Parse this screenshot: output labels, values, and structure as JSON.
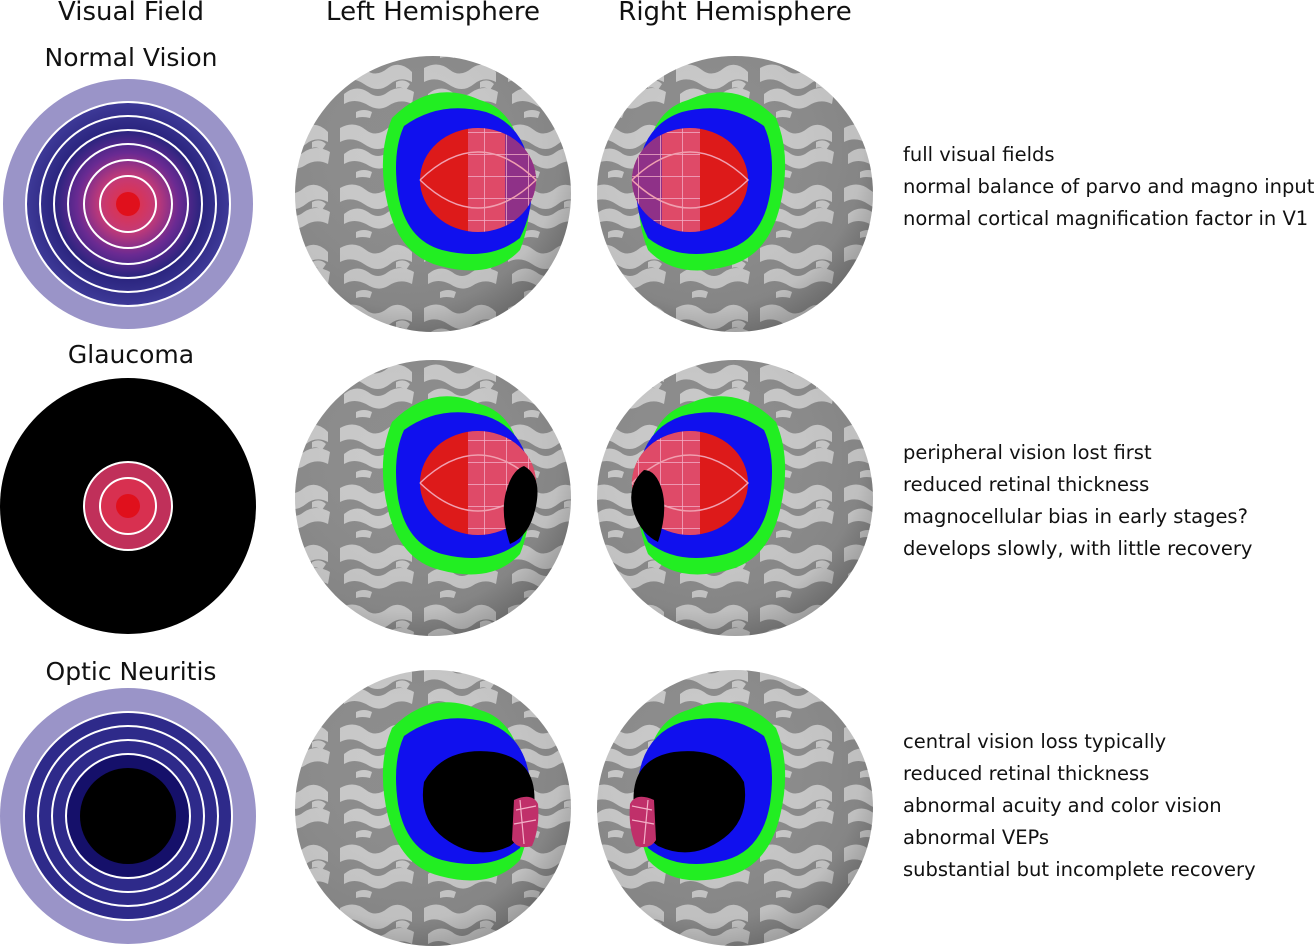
{
  "headers": {
    "visual_field": "Visual Field",
    "left_hemisphere": "Left Hemisphere",
    "right_hemisphere": "Right Hemisphere"
  },
  "rows": [
    {
      "label": "Normal Vision",
      "notes": [
        "full visual fields",
        "normal balance of parvo and magno input",
        "normal cortical magnification factor in V1"
      ]
    },
    {
      "label": "Glaucoma",
      "notes": [
        "peripheral vision lost first",
        "reduced retinal thickness",
        "magnocellular bias in early stages?",
        "develops slowly, with little recovery"
      ]
    },
    {
      "label": "Optic Neuritis",
      "notes": [
        "central vision loss typically",
        "reduced retinal thickness",
        "abnormal acuity and color vision",
        "abnormal VEPs",
        "substantial but incomplete recovery"
      ]
    }
  ],
  "colors": {
    "field_outer": "#9a94c8",
    "field_ring": "#2e2a8a",
    "field_dark_ring": "#1a1466",
    "field_center": "#e0203a",
    "field_mid": "#c0306a",
    "cortex_light": "#c8c8c8",
    "cortex_dark": "#8a8a8a",
    "region_green": "#22ee22",
    "region_blue": "#1010ee",
    "v1_red": "#dd1a1a",
    "v1_pink": "#e0608a",
    "lesion": "#000000"
  }
}
